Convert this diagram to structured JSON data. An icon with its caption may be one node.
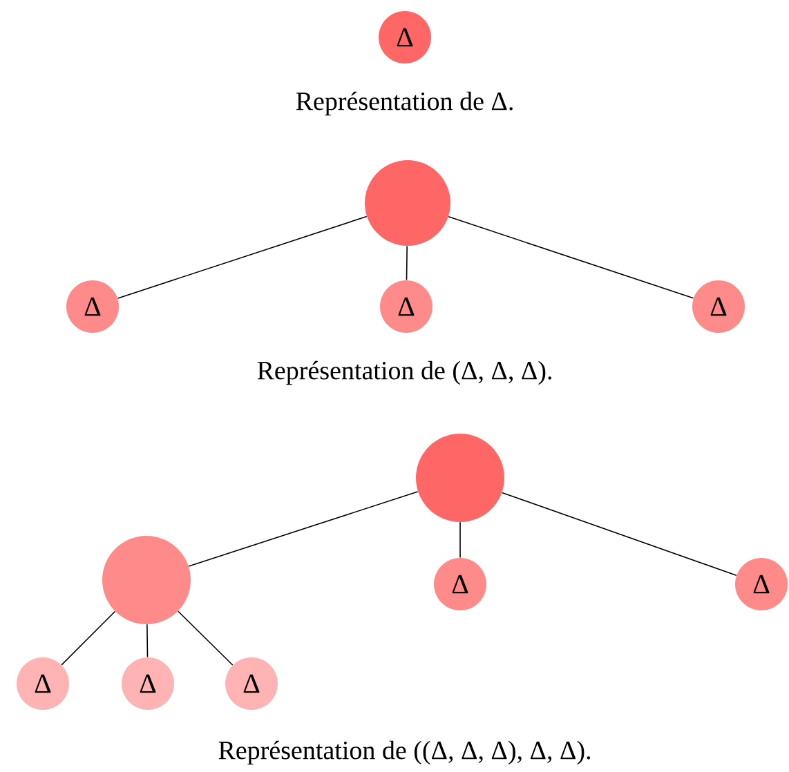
{
  "diagram": {
    "nodes": [
      {
        "text": [
          "Δ"
        ]
      },
      {
        "text": [],
        "shape": "circle"
      },
      {
        "text": [
          "Δ"
        ]
      },
      {
        "text": [
          "Δ"
        ]
      },
      {
        "text": [
          "Δ"
        ]
      },
      {
        "text": [],
        "shape": "circle"
      },
      {
        "text": [],
        "shape": "circle"
      },
      {
        "text": [
          "Δ"
        ]
      },
      {
        "text": [
          "Δ"
        ]
      },
      {
        "text": [
          "Δ"
        ]
      },
      {
        "text": [
          "Δ"
        ]
      },
      {
        "text": [
          "Δ"
        ]
      }
    ],
    "edges": [
      {
        "from": 1,
        "to": 2,
        "arrow": "none"
      },
      {
        "from": 1,
        "to": 3,
        "arrow": "none"
      },
      {
        "from": 1,
        "to": 4,
        "arrow": "none"
      },
      {
        "from": 5,
        "to": 6,
        "arrow": "none"
      },
      {
        "from": 5,
        "to": 7,
        "arrow": "none"
      },
      {
        "from": 5,
        "to": 8,
        "arrow": "none"
      },
      {
        "from": 6,
        "to": 9,
        "arrow": "none"
      },
      {
        "from": 6,
        "to": 10,
        "arrow": "none"
      },
      {
        "from": 6,
        "to": 11,
        "arrow": "none"
      }
    ],
    "labels": [
      "Représentation de Δ.",
      "Représentation de (Δ, Δ, Δ).",
      "Représentation de ((Δ, Δ, Δ), Δ, Δ)."
    ]
  }
}
